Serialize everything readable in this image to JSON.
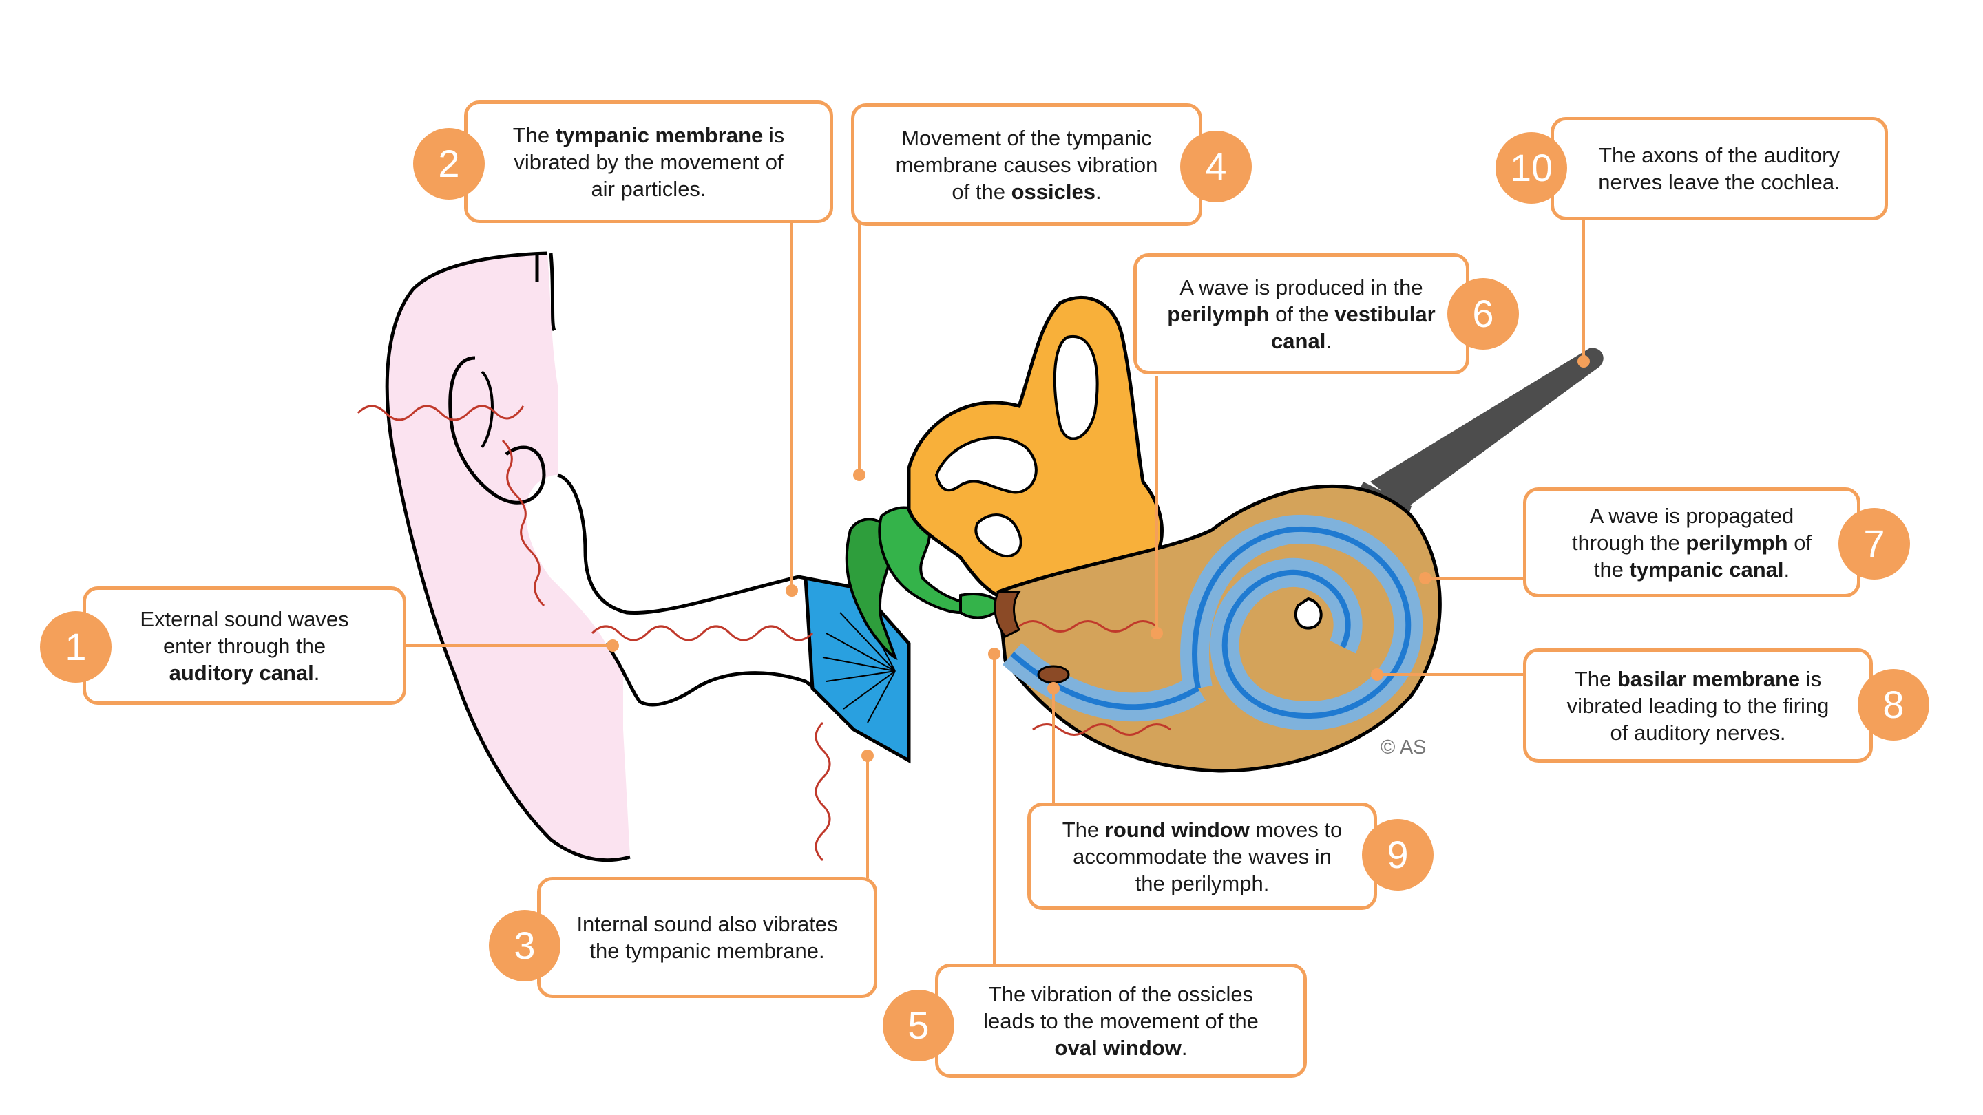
{
  "colors": {
    "accent": "#f4a05a",
    "pinna": "#fbe3f0",
    "tympanic_membrane": "#29a0e0",
    "ossicles": "#2e9e3c",
    "inner_ear": "#f8b03a",
    "cochlea": "#d4a35a",
    "canal": "#5b9fd6",
    "nerve": "#4d4d4d",
    "sound_wave": "#c0392b"
  },
  "callouts": [
    {
      "number": "1",
      "parts": [
        "External sound waves",
        "enter through the",
        "auditory canal",
        "."
      ]
    },
    {
      "number": "2",
      "parts": [
        "The ",
        "tympanic membrane",
        " is",
        "vibrated by the movement of",
        "air particles."
      ]
    },
    {
      "number": "3",
      "parts": [
        "Internal sound also vibrates",
        "the tympanic membrane."
      ]
    },
    {
      "number": "4",
      "parts": [
        "Movement of the tympanic",
        "membrane causes vibration",
        "of the ",
        "ossicles",
        "."
      ]
    },
    {
      "number": "5",
      "parts": [
        "The vibration of the ossicles",
        "leads to the movement of the",
        "oval window",
        "."
      ]
    },
    {
      "number": "6",
      "parts": [
        "A wave is produced in the",
        "perilymph",
        " of the ",
        "vestibular",
        "canal",
        "."
      ]
    },
    {
      "number": "7",
      "parts": [
        "A wave is propagated",
        "through the ",
        "perilymph",
        " of",
        "the ",
        "tympanic canal",
        "."
      ]
    },
    {
      "number": "8",
      "parts": [
        "The ",
        "basilar membrane",
        " is",
        "vibrated leading to the firing",
        "of auditory nerves."
      ]
    },
    {
      "number": "9",
      "parts": [
        "The ",
        "round window",
        " moves to",
        "accommodate the waves in",
        "the perilymph."
      ]
    },
    {
      "number": "10",
      "parts": [
        "The axons of the auditory",
        "nerves leave the cochlea."
      ]
    }
  ],
  "copyright": "© AS"
}
